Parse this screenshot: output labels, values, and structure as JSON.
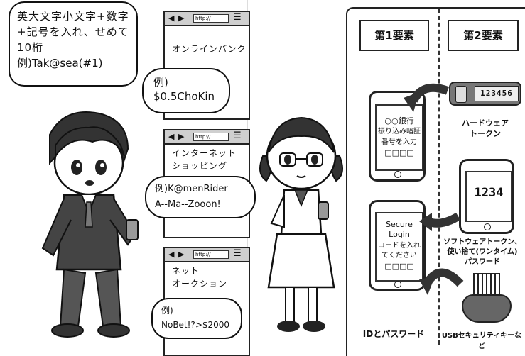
{
  "bubbles": {
    "main": "英大文字小文字+数字+記号を入れ、せめて10桁",
    "main_example": "例)Tak@sea(#1)",
    "bank_example_title": "例)",
    "bank_example_value": "$0.5ChoKin",
    "shop_example_line1": "例)K@menRider",
    "shop_example_line2": "A--Ma--Zooon!",
    "auction_example_title": "例)",
    "auction_example_value": "NoBet!?>$2000"
  },
  "windows": {
    "url": "http://",
    "bank": "オンラインバンク",
    "shopping_line1": "インターネット",
    "shopping_line2": "ショッピング",
    "auction_line1": "ネット",
    "auction_line2": "オークション"
  },
  "factors": {
    "first": "第1要素",
    "second": "第2要素"
  },
  "phones": {
    "bank": [
      "○○銀行",
      "振り込み暗証",
      "番号を入力",
      "□□□□"
    ],
    "login": [
      "Secure",
      "Login",
      "コードを入れ",
      "てください",
      "□□□□"
    ],
    "soft_token_code": "1234"
  },
  "hardware_token": {
    "code": "123456",
    "label_line1": "ハードウェア",
    "label_line2": "トークン"
  },
  "software_token_label": {
    "line1": "ソフトウェアトークン、",
    "line2": "使い捨て(ワンタイム)",
    "line3": "パスワード"
  },
  "bottom_labels": {
    "id_password": "IDとパスワード",
    "usb_key": "USBセキュリティキーなど"
  }
}
